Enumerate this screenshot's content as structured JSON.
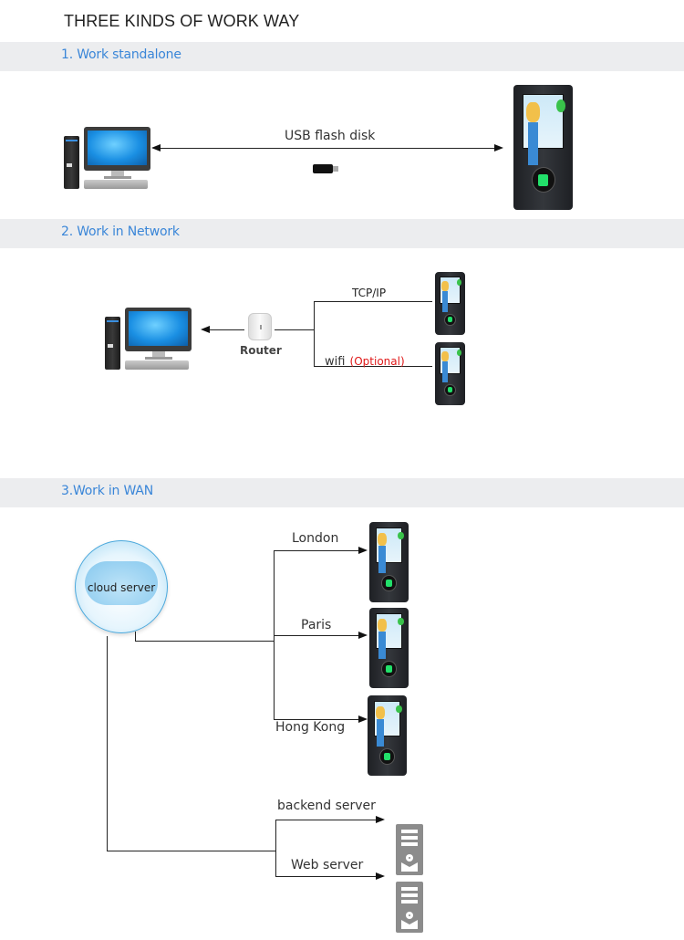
{
  "page_title": "THREE KINDS OF WORK WAY",
  "sections": [
    {
      "heading": "1. Work standalone",
      "link_label": "USB flash disk",
      "nodes": [
        "computer-icon",
        "usb-flash-disk-icon",
        "access-control-device-icon"
      ]
    },
    {
      "heading": "2. Work in Network",
      "router_label": "Router",
      "links": [
        {
          "label": "TCP/IP",
          "note": ""
        },
        {
          "label": "wifi",
          "note": "(Optional)"
        }
      ],
      "nodes": [
        "computer-icon",
        "router-icon",
        "access-control-device-icon",
        "access-control-device-icon"
      ]
    },
    {
      "heading": "3.Work in WAN",
      "cloud_label": "cloud server",
      "sites": [
        "London",
        "Paris",
        "Hong Kong"
      ],
      "servers": [
        "backend server",
        "Web server"
      ]
    }
  ],
  "colors": {
    "section_heading": "#3a86d8",
    "section_band": "#ecedef",
    "optional_note": "#e01818",
    "connector": "#222222"
  }
}
